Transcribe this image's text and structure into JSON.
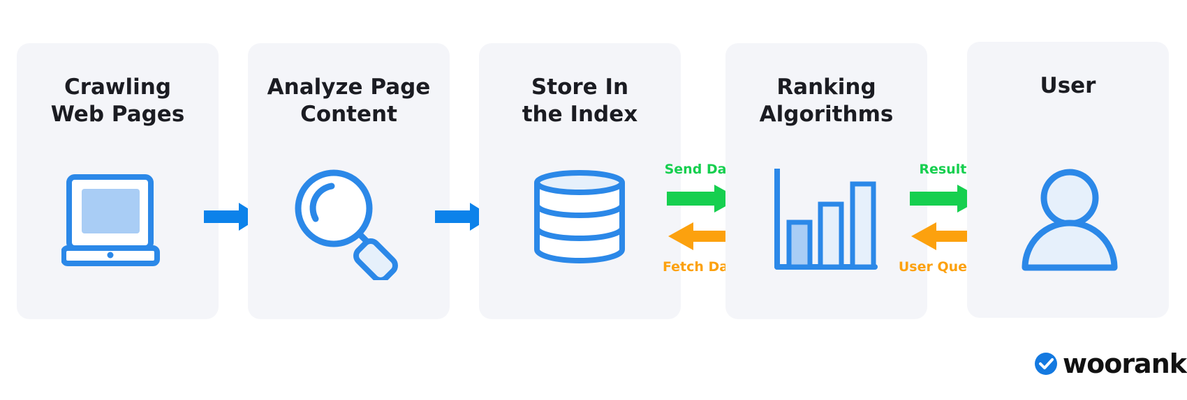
{
  "stages": [
    {
      "title": "Crawling\nWeb Pages",
      "icon": "laptop-icon"
    },
    {
      "title": "Analyze Page\nContent",
      "icon": "magnifier-icon"
    },
    {
      "title": "Store In\nthe Index",
      "icon": "database-icon"
    },
    {
      "title": "Ranking\nAlgorithms",
      "icon": "bar-chart-icon"
    },
    {
      "title": "User",
      "icon": "user-icon"
    }
  ],
  "flows": {
    "send_data": "Send Data",
    "fetch_data": "Fetch Data",
    "results": "Results",
    "user_queries": "User Queries"
  },
  "brand": {
    "name": "woorank",
    "icon": "check-badge-icon"
  },
  "colors": {
    "card": "#f4f5f9",
    "primary_blue": "#2b88e8",
    "arrow_blue": "#0c82ea",
    "green": "#16cf4f",
    "orange": "#fca10e",
    "icon_fill_light": "#e6f0fb",
    "icon_fill_mid": "#a9cdf5"
  }
}
